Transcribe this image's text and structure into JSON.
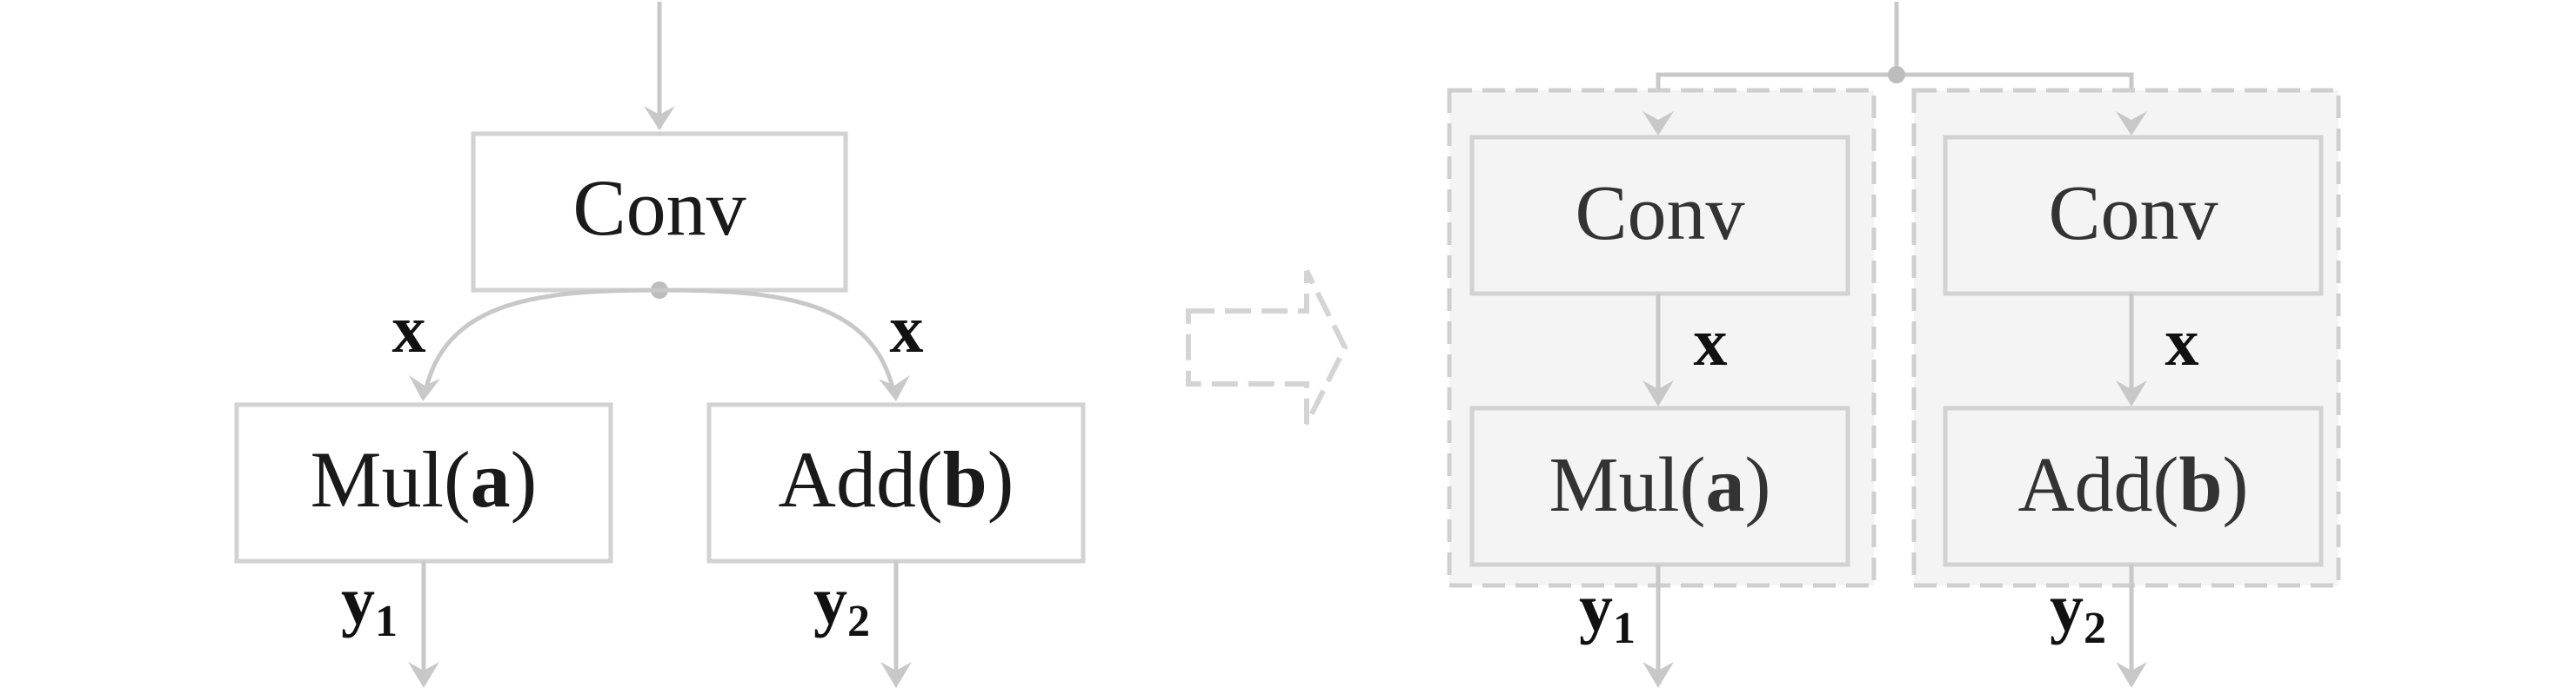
{
  "left": {
    "conv_label": "Conv",
    "mul": {
      "name": "Mul(",
      "arg": "a",
      "close": ")"
    },
    "add": {
      "name": "Add(",
      "arg": "b",
      "close": ")"
    },
    "edge_left_label": "x",
    "edge_right_label": "x",
    "out1": {
      "var": "y",
      "sub": "1"
    },
    "out2": {
      "var": "y",
      "sub": "2"
    }
  },
  "right": {
    "group1": {
      "conv_label": "Conv",
      "edge_label": "x",
      "op": {
        "name": "Mul(",
        "arg": "a",
        "close": ")"
      },
      "out": {
        "var": "y",
        "sub": "1"
      }
    },
    "group2": {
      "conv_label": "Conv",
      "edge_label": "x",
      "op": {
        "name": "Add(",
        "arg": "b",
        "close": ")"
      },
      "out": {
        "var": "y",
        "sub": "2"
      }
    }
  },
  "colors": {
    "box_stroke": "#d2d2d2",
    "edge": "#c8c8c8",
    "group_fill": "#f4f4f4",
    "text": "#1a1a1a"
  }
}
